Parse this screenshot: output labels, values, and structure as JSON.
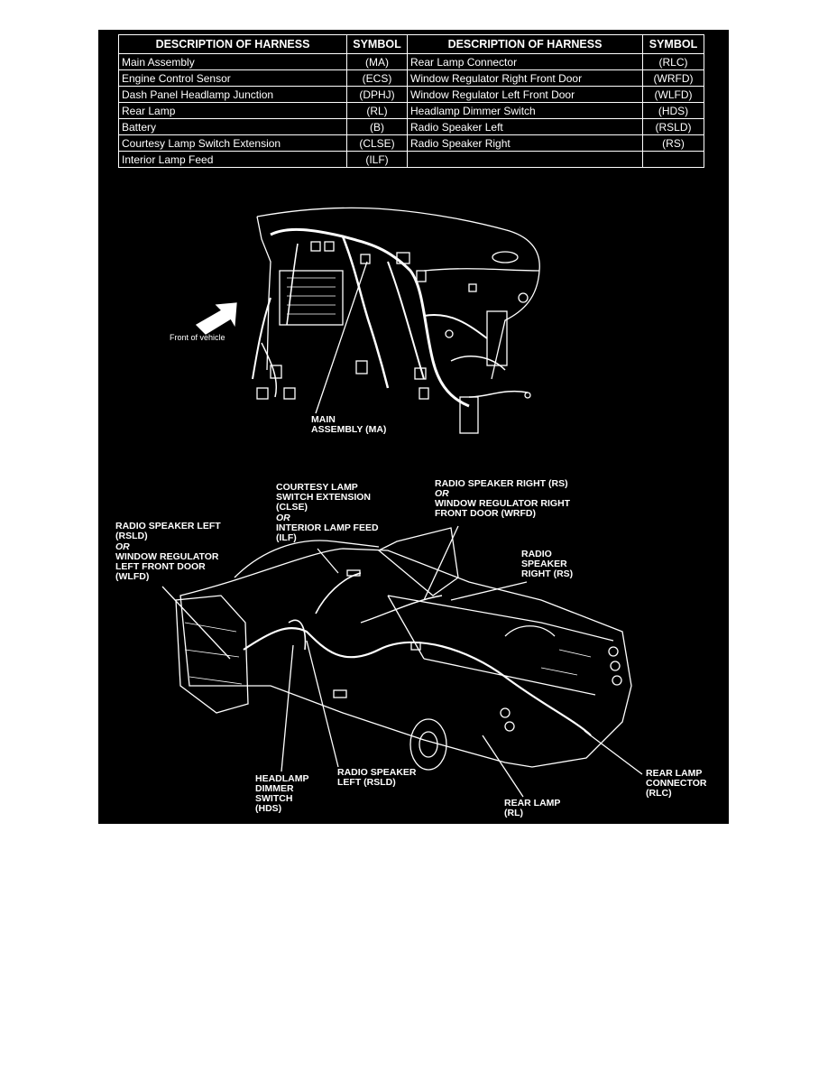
{
  "table": {
    "headers": [
      "DESCRIPTION OF HARNESS",
      "SYMBOL",
      "DESCRIPTION OF HARNESS",
      "SYMBOL"
    ],
    "rows": [
      [
        "Main Assembly",
        "(MA)",
        "Rear Lamp Connector",
        "(RLC)"
      ],
      [
        "Engine Control Sensor",
        "(ECS)",
        "Window Regulator Right Front Door",
        "(WRFD)"
      ],
      [
        "Dash Panel Headlamp Junction",
        "(DPHJ)",
        "Window Regulator Left Front Door",
        "(WLFD)"
      ],
      [
        "Rear Lamp",
        "(RL)",
        "Headlamp Dimmer Switch",
        "(HDS)"
      ],
      [
        "Battery",
        "(B)",
        "Radio Speaker Left",
        "(RSLD)"
      ],
      [
        "Courtesy Lamp Switch Extension",
        "(CLSE)",
        "Radio Speaker Right",
        "(RS)"
      ],
      [
        "Interior Lamp Feed",
        "(ILF)",
        "",
        ""
      ]
    ]
  },
  "labels": {
    "front_of_vehicle": "Front of vehicle",
    "main_assembly": "MAIN\nASSEMBLY (MA)",
    "courtesy_lamp": "COURTESY LAMP\nSWITCH EXTENSION\n(CLSE)",
    "courtesy_or": "OR",
    "interior_lamp": "INTERIOR LAMP FEED\n(ILF)",
    "radio_right_top": "RADIO SPEAKER RIGHT (RS)",
    "radio_right_or": "OR",
    "window_right": "WINDOW REGULATOR RIGHT\nFRONT DOOR (WRFD)",
    "radio_left_top": "RADIO SPEAKER LEFT\n(RSLD)",
    "radio_left_or": "OR",
    "window_left": "WINDOW REGULATOR\nLEFT FRONT DOOR\n(WLFD)",
    "radio_right_side": "RADIO\nSPEAKER\nRIGHT (RS)",
    "headlamp_dimmer": "HEADLAMP\nDIMMER\nSWITCH\n(HDS)",
    "radio_left_bottom": "RADIO SPEAKER\nLEFT (RSLD)",
    "rear_lamp": "REAR LAMP\n(RL)",
    "rear_lamp_connector": "REAR LAMP\nCONNECTOR\n(RLC)"
  }
}
